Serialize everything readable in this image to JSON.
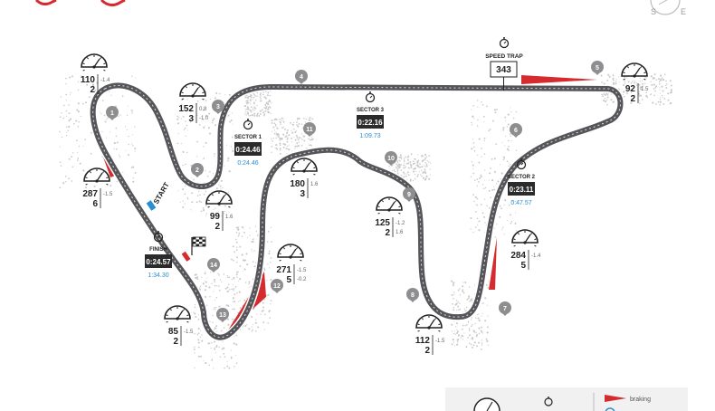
{
  "colors": {
    "track": "#56565a",
    "track_edge": "#ffffff",
    "braking": "#d52b2f",
    "blue": "#2a8fd0",
    "marker": "#8e8e90",
    "box": "#2b2b2b",
    "speck": "#c9c9c9"
  },
  "corners": [
    {
      "num": "1",
      "speed": "110",
      "gear": "2",
      "g1": "-1.4",
      "g2": ""
    },
    {
      "num": "2",
      "speed": "99",
      "gear": "2",
      "g1": "1.6",
      "g2": ""
    },
    {
      "num": "3",
      "speed": "152",
      "gear": "3",
      "g1": "0.8",
      "g2": "-1.0"
    },
    {
      "num": "5",
      "speed": "92",
      "gear": "2",
      "g1": "1.5",
      "g2": ""
    },
    {
      "num": "7",
      "speed": "284",
      "gear": "5",
      "g1": "-1.4",
      "g2": ""
    },
    {
      "num": "8",
      "speed": "112",
      "gear": "2",
      "g1": "-1.5",
      "g2": ""
    },
    {
      "num": "9",
      "speed": "125",
      "gear": "2",
      "g1": "-1.2",
      "g2": "1.6"
    },
    {
      "num": "11",
      "speed": "180",
      "gear": "3",
      "g1": "1.6",
      "g2": ""
    },
    {
      "num": "12",
      "speed": "271",
      "gear": "5",
      "g1": "-1.5",
      "g2": "-0.2"
    },
    {
      "num": "13",
      "speed": "85",
      "gear": "2",
      "g1": "-1.5",
      "g2": ""
    },
    {
      "num": "st",
      "speed": "287",
      "gear": "6",
      "g1": "-1.5",
      "g2": ""
    }
  ],
  "turn_numbers": [
    "1",
    "2",
    "3",
    "4",
    "5",
    "6",
    "7",
    "8",
    "9",
    "10",
    "11",
    "12",
    "13",
    "14"
  ],
  "speed_trap": {
    "label": "SPEED TRAP",
    "value": "343"
  },
  "sectors": [
    {
      "label": "SECTOR 1",
      "time": "0:24.46",
      "cumulative": "0:24.46"
    },
    {
      "label": "SECTOR 2",
      "time": "0:23.11",
      "cumulative": "0:47.57"
    },
    {
      "label": "SECTOR 3",
      "time": "0:22.16",
      "cumulative": "1:09.73"
    }
  ],
  "finish": {
    "label": "FINISH",
    "time": "0:24.57",
    "lap": "1:34.30"
  },
  "start_label": "START",
  "compass": {
    "s": "S",
    "e": "E"
  },
  "legend": {
    "braking": "braking"
  }
}
